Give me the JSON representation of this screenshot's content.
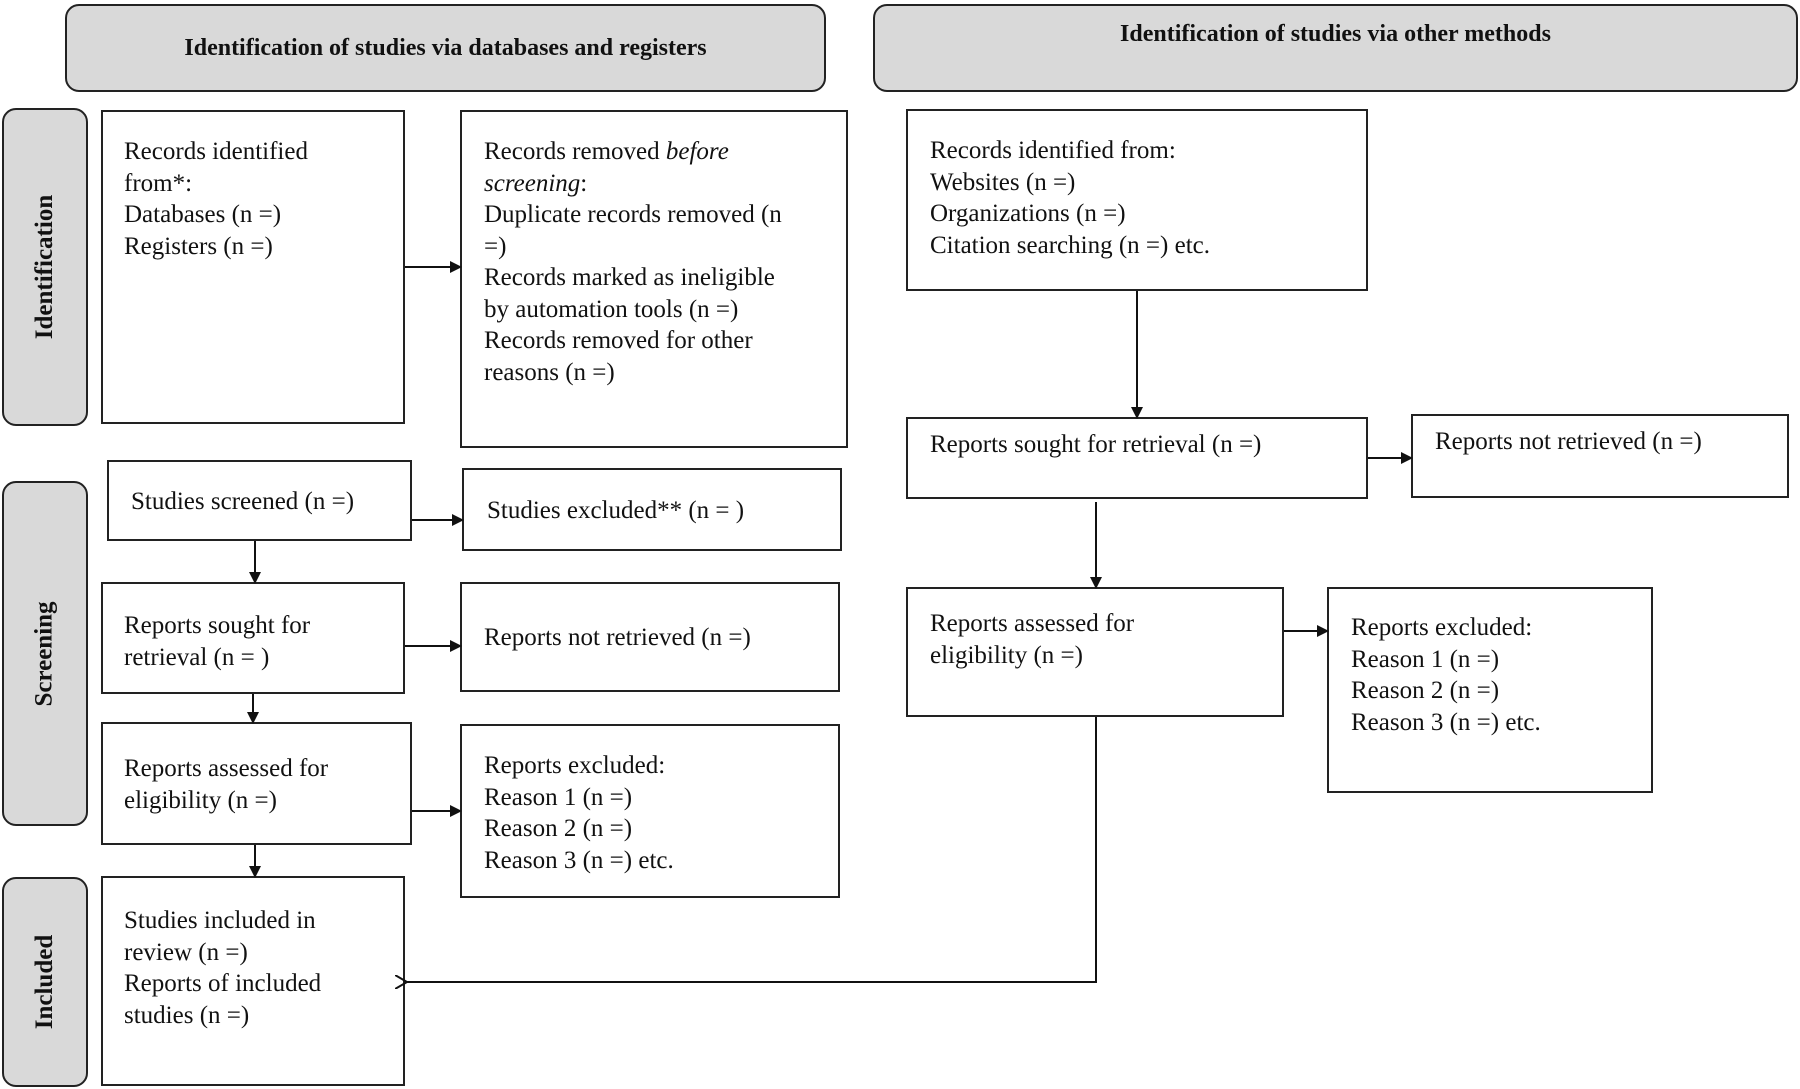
{
  "headers": {
    "databases": "Identification of studies via databases and registers",
    "other": "Identification of studies via other methods"
  },
  "phases": {
    "identification": "Identification",
    "screening": "Screening",
    "included": "Included"
  },
  "left": {
    "records_identified": [
      "Records identified",
      "from*:",
      "Databases (n =)",
      "Registers (n =)"
    ],
    "records_removed": {
      "line1_prefix": "Records removed ",
      "line1_emph": "before",
      "line2_emph": "screening",
      "line2_suffix": ":",
      "lines": [
        "Duplicate records removed (n",
        "=)",
        "Records marked as ineligible",
        "by automation tools (n =)",
        "Records removed for other",
        "reasons (n =)"
      ]
    },
    "studies_screened": "Studies screened (n =)",
    "studies_excluded": "Studies excluded** (n = )",
    "reports_sought": [
      "Reports sought for",
      "retrieval (n = )"
    ],
    "reports_not_retrieved": "Reports not retrieved (n =)",
    "reports_assessed": [
      "Reports assessed for",
      "eligibility (n =)"
    ],
    "reports_excluded": [
      "Reports excluded:",
      "Reason 1 (n =)",
      "Reason 2 (n =)",
      "Reason 3 (n =) etc."
    ],
    "studies_included": [
      "Studies included in",
      "review (n =)",
      "Reports of included",
      "studies (n =)"
    ]
  },
  "right": {
    "records_identified": [
      "Records identified from:",
      "Websites (n =)",
      "Organizations (n =)",
      "Citation searching (n =) etc."
    ],
    "reports_sought": "Reports sought for retrieval (n =)",
    "reports_not_retrieved": "Reports not retrieved (n =)",
    "reports_assessed": [
      "Reports assessed for",
      "eligibility (n =)"
    ],
    "reports_excluded": [
      "Reports excluded:",
      "Reason 1 (n =)",
      "Reason 2 (n =)",
      "Reason 3 (n =) etc."
    ]
  },
  "colors": {
    "header_fill": "#d9d9d9",
    "border": "#222222",
    "background": "#ffffff"
  }
}
